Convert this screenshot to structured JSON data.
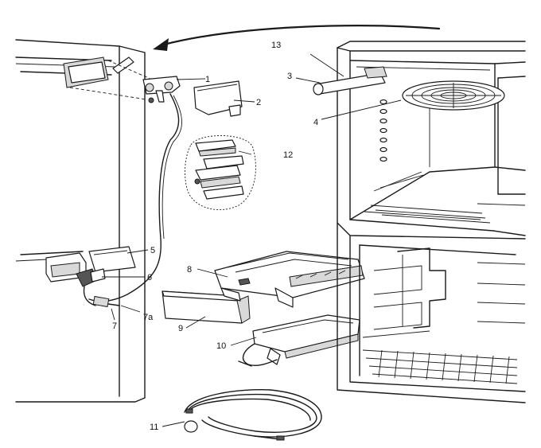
{
  "callouts": [
    {
      "id": "c1",
      "text": "1"
    },
    {
      "id": "c2",
      "text": "2"
    },
    {
      "id": "c3",
      "text": "3"
    },
    {
      "id": "c4",
      "text": "4"
    },
    {
      "id": "c5",
      "text": "5"
    },
    {
      "id": "c6",
      "text": "6"
    },
    {
      "id": "c7",
      "text": "7"
    },
    {
      "id": "c7a",
      "text": "7a"
    },
    {
      "id": "c8",
      "text": "8"
    },
    {
      "id": "c9",
      "text": "9"
    },
    {
      "id": "c10",
      "text": "10"
    },
    {
      "id": "c11",
      "text": "11"
    },
    {
      "id": "c12",
      "text": "12"
    },
    {
      "id": "c13",
      "text": "13"
    }
  ]
}
